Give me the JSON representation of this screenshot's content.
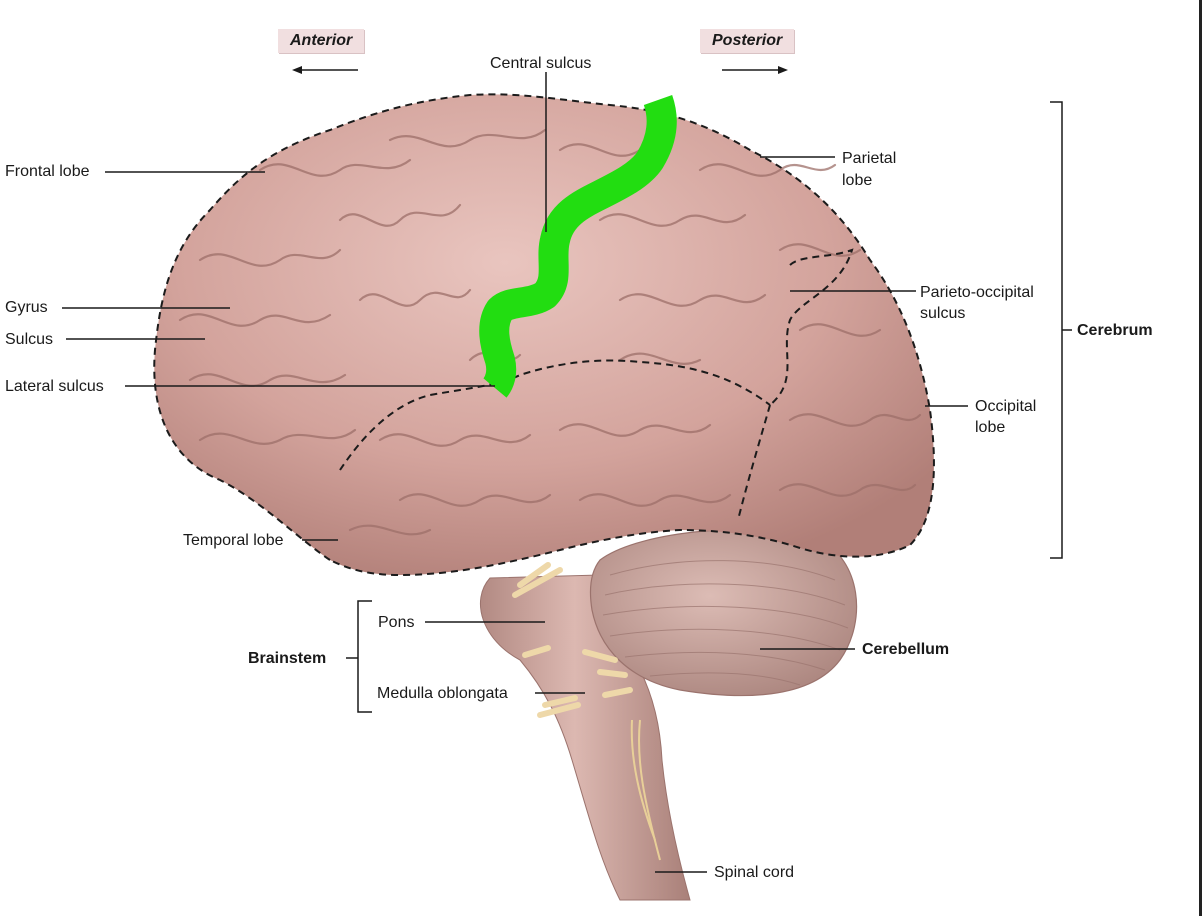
{
  "directions": {
    "anterior": "Anterior",
    "posterior": "Posterior"
  },
  "labels": {
    "central_sulcus": "Central sulcus",
    "frontal_lobe": "Frontal lobe",
    "parietal_lobe_1": "Parietal",
    "parietal_lobe_2": "lobe",
    "gyrus": "Gyrus",
    "sulcus": "Sulcus",
    "lateral_sulcus": "Lateral sulcus",
    "parieto_occipital_1": "Parieto-occipital",
    "parieto_occipital_2": "sulcus",
    "cerebrum": "Cerebrum",
    "occipital_lobe_1": "Occipital",
    "occipital_lobe_2": "lobe",
    "temporal_lobe": "Temporal lobe",
    "pons": "Pons",
    "brainstem": "Brainstem",
    "cerebellum": "Cerebellum",
    "medulla": "Medulla oblongata",
    "spinal_cord": "Spinal cord"
  },
  "colors": {
    "brain_fill": "#d6a9a2",
    "brain_shade": "#b8857e",
    "brain_highlight": "#ecccc6",
    "highlight_green": "#22dd11",
    "cerebellum_fill": "#c9a29b",
    "stem_fill": "#caa39d",
    "nerve_color": "#eed8a9"
  }
}
